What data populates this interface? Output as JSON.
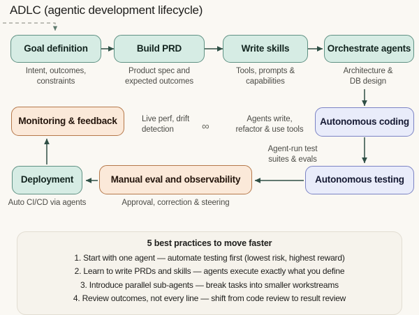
{
  "title": "ADLC (agentic development lifecycle)",
  "nodes": {
    "goal_definition": "Goal definition",
    "build_prd": "Build PRD",
    "write_skills": "Write skills",
    "orchestrate_agents": "Orchestrate agents",
    "autonomous_coding": "Autonomous coding",
    "autonomous_testing": "Autonomous testing",
    "manual_eval": "Manual eval and observability",
    "deployment": "Deployment",
    "monitoring": "Monitoring & feedback"
  },
  "captions": {
    "goal_definition": "Intent, outcomes,\nconstraints",
    "build_prd": "Product spec and\nexpected outcomes",
    "write_skills": "Tools, prompts &\ncapabilities",
    "orchestrate_agents": "Architecture &\nDB design",
    "monitoring": "Live perf, drift\ndetection",
    "coding": "Agents write,\nrefactor & use tools",
    "testing": "Agent-run test\nsuites & evals",
    "deployment": "Auto CI/CD via agents",
    "manual_eval": "Approval, correction & steering"
  },
  "infinity_symbol": "∞",
  "practices": {
    "heading": "5 best practices to move faster",
    "items": [
      "1. Start with one agent — automate testing first (lowest risk, highest reward)",
      "2. Learn to write PRDs and skills — agents execute exactly what you define",
      "3. Introduce parallel sub-agents — break tasks into smaller workstreams",
      "4. Review outcomes, not every line — shift from code review to result review"
    ]
  },
  "colors": {
    "background": "#faf8f3",
    "green_fill": "#d6ece4",
    "green_border": "#5f9183",
    "blue_fill": "#e9ecfa",
    "blue_border": "#7b83c4",
    "peach_fill": "#fbe9d9",
    "peach_border": "#b5784a",
    "arrow": "#2f4f45",
    "panel_fill": "#f6f3ec"
  }
}
